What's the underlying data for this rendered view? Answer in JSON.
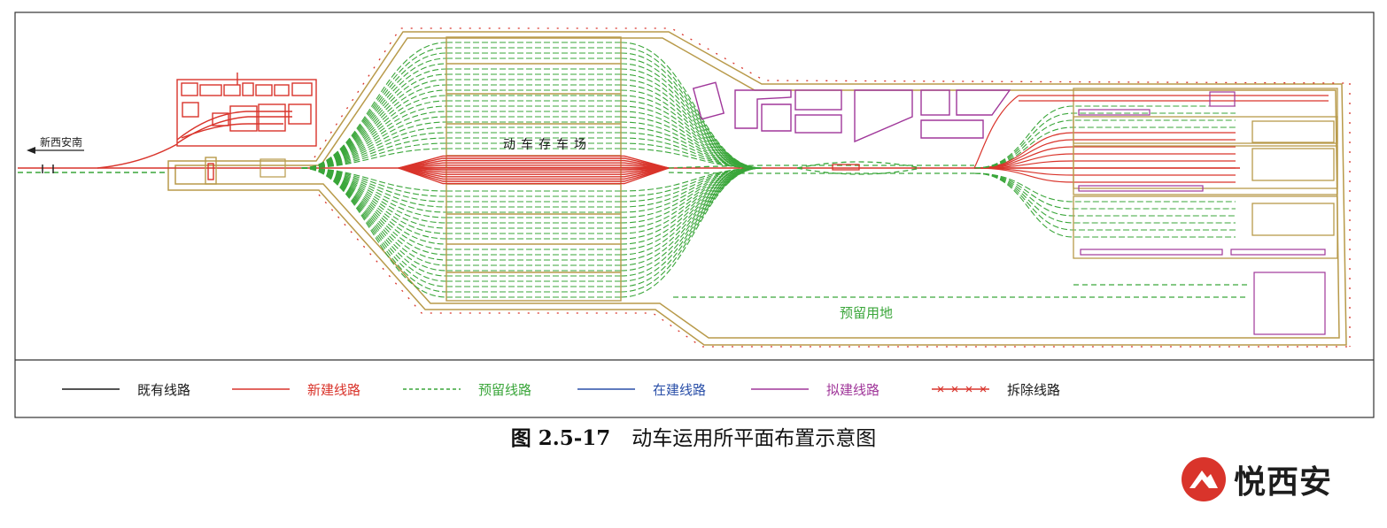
{
  "diagram": {
    "labels": {
      "origin": "新西安南",
      "storage_yard": "动车存车场",
      "reserved_land": "预留用地"
    },
    "legend": [
      {
        "label": "既有线路",
        "color": "#1a1a1a",
        "style": "solid"
      },
      {
        "label": "新建线路",
        "color": "#d9342b",
        "style": "solid"
      },
      {
        "label": "预留线路",
        "color": "#3aa63a",
        "style": "dashed"
      },
      {
        "label": "在建线路",
        "color": "#2a4fa8",
        "style": "solid"
      },
      {
        "label": "拟建线路",
        "color": "#a0379a",
        "style": "solid"
      },
      {
        "label": "拆除线路",
        "color": "#d9342b",
        "style": "crossed"
      }
    ],
    "colors": {
      "existing": "#1a1a1a",
      "new": "#d9342b",
      "reserved": "#3aa63a",
      "under_construction": "#2a4fa8",
      "proposed": "#a0379a",
      "boundary": "#b89a4a"
    }
  },
  "caption": {
    "number": "图 2.5-17",
    "title": "动车运用所平面布置示意图"
  },
  "watermark": {
    "text": "悦西安",
    "color": "#d9342b"
  }
}
